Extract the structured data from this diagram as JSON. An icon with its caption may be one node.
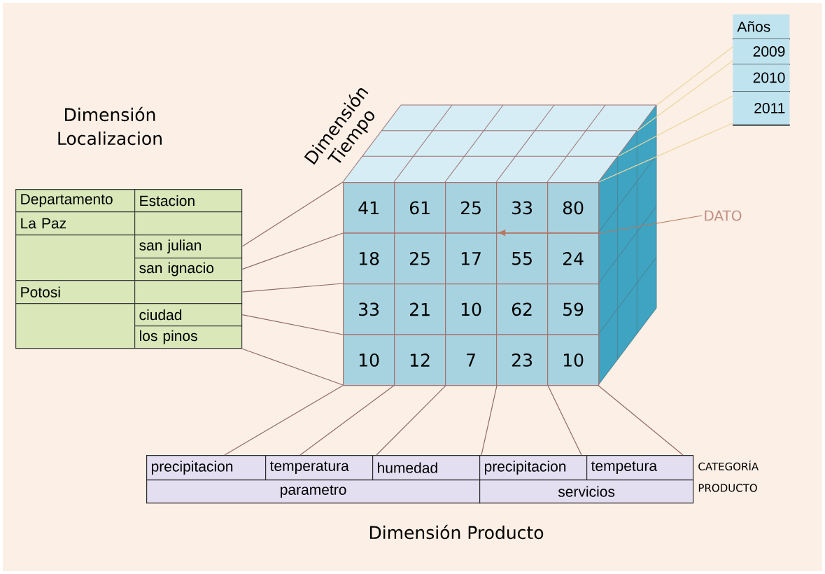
{
  "diagram": {
    "nodes": [
      {
        "text": [
          "Departamento"
        ]
      },
      {
        "text": [
          "Estacion"
        ]
      },
      {
        "text": [
          "La Paz"
        ]
      },
      {
        "text": [],
        "shape": "box"
      },
      {
        "text": [],
        "shape": "box"
      },
      {
        "text": [
          "san julian"
        ]
      },
      {
        "text": [
          "san ignacio"
        ]
      },
      {
        "text": [
          "Potosi"
        ]
      },
      {
        "text": [],
        "shape": "box"
      },
      {
        "text": [],
        "shape": "box"
      },
      {
        "text": [
          "ciudad"
        ]
      },
      {
        "text": [
          "los pinos"
        ]
      },
      {
        "text": [
          "Años"
        ]
      },
      {
        "text": [
          "2009"
        ]
      },
      {
        "text": [
          "2010"
        ]
      },
      {
        "text": [
          "2011"
        ]
      },
      {
        "text": [],
        "shape": "cube"
      },
      {
        "text": [
          "41"
        ],
        "in": 16
      },
      {
        "text": [
          "61"
        ],
        "in": 16
      },
      {
        "text": [
          "25"
        ],
        "in": 16
      },
      {
        "text": [
          "33"
        ],
        "in": 16
      },
      {
        "text": [
          "80"
        ],
        "in": 16
      },
      {
        "text": [
          "18"
        ],
        "in": 16
      },
      {
        "text": [
          "25"
        ],
        "in": 16
      },
      {
        "text": [
          "17"
        ],
        "in": 16
      },
      {
        "text": [
          "55"
        ],
        "in": 16
      },
      {
        "text": [
          "24"
        ],
        "in": 16
      },
      {
        "text": [
          "33"
        ],
        "in": 16
      },
      {
        "text": [
          "21"
        ],
        "in": 16
      },
      {
        "text": [
          "10"
        ],
        "in": 16
      },
      {
        "text": [
          "62"
        ],
        "in": 16
      },
      {
        "text": [
          "59"
        ],
        "in": 16
      },
      {
        "text": [
          "10"
        ],
        "in": 16
      },
      {
        "text": [
          "12"
        ],
        "in": 16
      },
      {
        "text": [
          "7"
        ],
        "in": 16
      },
      {
        "text": [
          "23"
        ],
        "in": 16
      },
      {
        "text": [
          "10"
        ],
        "in": 16
      },
      {
        "text": [
          "DATO"
        ]
      },
      {
        "text": [
          "precipitacion"
        ]
      },
      {
        "text": [
          "temperatura"
        ]
      },
      {
        "text": [
          "humedad"
        ]
      },
      {
        "text": [
          "precipitacion"
        ]
      },
      {
        "text": [
          "tempetura"
        ]
      },
      {
        "text": [
          "parametro"
        ]
      },
      {
        "text": [
          "servicios"
        ]
      }
    ],
    "edges": [
      {
        "from": 5,
        "to": 16,
        "arrow": "none"
      },
      {
        "from": 6,
        "to": 16,
        "arrow": "none"
      },
      {
        "from": 8,
        "to": 16,
        "arrow": "none"
      },
      {
        "from": 10,
        "to": 16,
        "arrow": "none"
      },
      {
        "from": 11,
        "to": 16,
        "arrow": "none"
      },
      {
        "from": 16,
        "to": 13,
        "arrow": "none",
        "color": "#ecd6a0"
      },
      {
        "from": 16,
        "to": 13,
        "arrow": "none",
        "color": "#ecd6a0"
      },
      {
        "from": 16,
        "to": 15,
        "arrow": "none",
        "color": "#ecd6a0"
      },
      {
        "from": 16,
        "to": 15,
        "arrow": "none",
        "color": "#ecd6a0"
      },
      {
        "from": 37,
        "to": 24,
        "arrow": "to",
        "color": "#b8775f"
      },
      {
        "from": 16,
        "to": 38,
        "arrow": "none"
      },
      {
        "from": 16,
        "to": 39,
        "arrow": "none"
      },
      {
        "from": 16,
        "to": 40,
        "arrow": "none"
      },
      {
        "from": 16,
        "to": 41,
        "arrow": "none"
      },
      {
        "from": 16,
        "to": 41,
        "arrow": "none"
      },
      {
        "from": 16,
        "to": 42,
        "arrow": "none"
      }
    ],
    "labels": [
      "Dimensión Localizacion",
      "Dimensión Tiempo",
      "CATEGORÍA",
      "PRODUCTO",
      "Dimensión Producto"
    ]
  }
}
